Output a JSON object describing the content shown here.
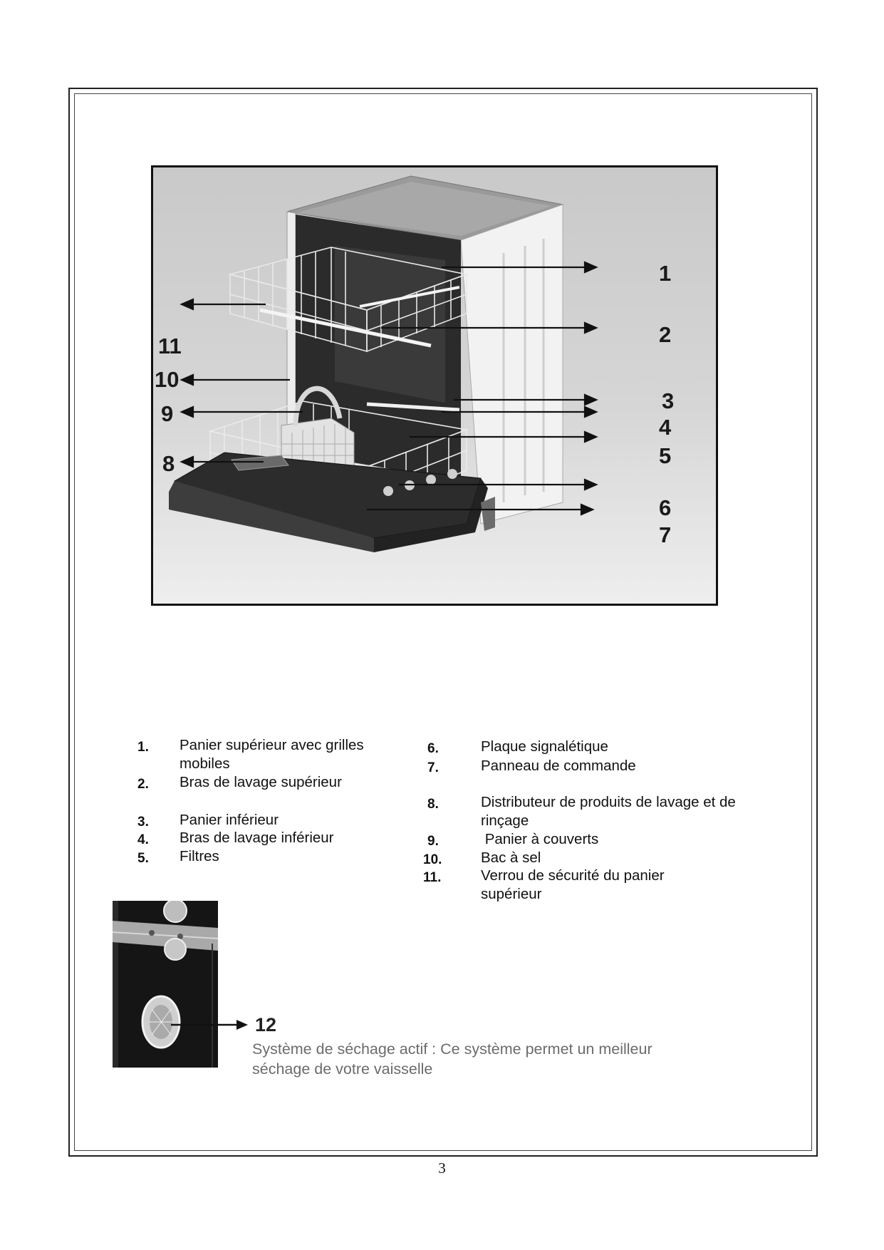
{
  "diagram": {
    "callouts": [
      "1",
      "2",
      "3",
      "4",
      "5",
      "6",
      "7",
      "8",
      "9",
      "10",
      "11"
    ]
  },
  "legend": {
    "left": [
      {
        "num": "1.",
        "text": "Panier supérieur avec grilles mobiles"
      },
      {
        "num": "2.",
        "text": "Bras de lavage supérieur"
      },
      {
        "num": "3.",
        "text": "Panier inférieur"
      },
      {
        "num": "4.",
        "text": "Bras de lavage inférieur"
      },
      {
        "num": "5.",
        "text": "Filtres"
      }
    ],
    "right": [
      {
        "num": "6.",
        "text": "Plaque signalétique"
      },
      {
        "num": "7.",
        "text": "Panneau de commande"
      },
      {
        "num": "8.",
        "text": "Distributeur de produits de lavage et de rinçage"
      },
      {
        "num": "9.",
        "text": " Panier à couverts"
      },
      {
        "num": "10.",
        "text": "Bac à sel"
      },
      {
        "num": "11.",
        "text": "Verrou de sécurité du panier supérieur"
      }
    ]
  },
  "drying": {
    "label": "12",
    "text": "Système de séchage actif : Ce système permet un meilleur séchage de votre vaisselle"
  },
  "page_number": "3"
}
